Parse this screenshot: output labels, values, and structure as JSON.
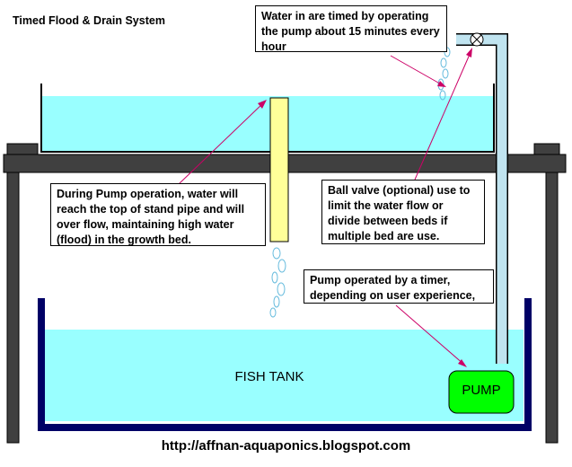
{
  "title": "Timed Flood & Drain System",
  "url": "http://affnan-aquaponics.blogspot.com",
  "fish_tank_label": "FISH TANK",
  "pump_label": "PUMP",
  "notes": {
    "water_in": "Water in are timed by operating the pump about 15 minutes every hour",
    "pump_operation": "During Pump operation, water will reach the top of stand pipe and will over flow, maintaining high water (flood) in the growth bed.",
    "ball_valve": "Ball valve (optional) use to limit the water flow or divide between beds if multiple bed are use.",
    "timer": "Pump operated by a timer, depending on user experience,"
  },
  "colors": {
    "water": "#99ffff",
    "tank_wall": "#000066",
    "stand_frame": "#404040",
    "stand_pipe": "#ffff99",
    "pump": "#00ff00",
    "arrow": "#cc0066",
    "pipe": "#c0e4f0"
  }
}
